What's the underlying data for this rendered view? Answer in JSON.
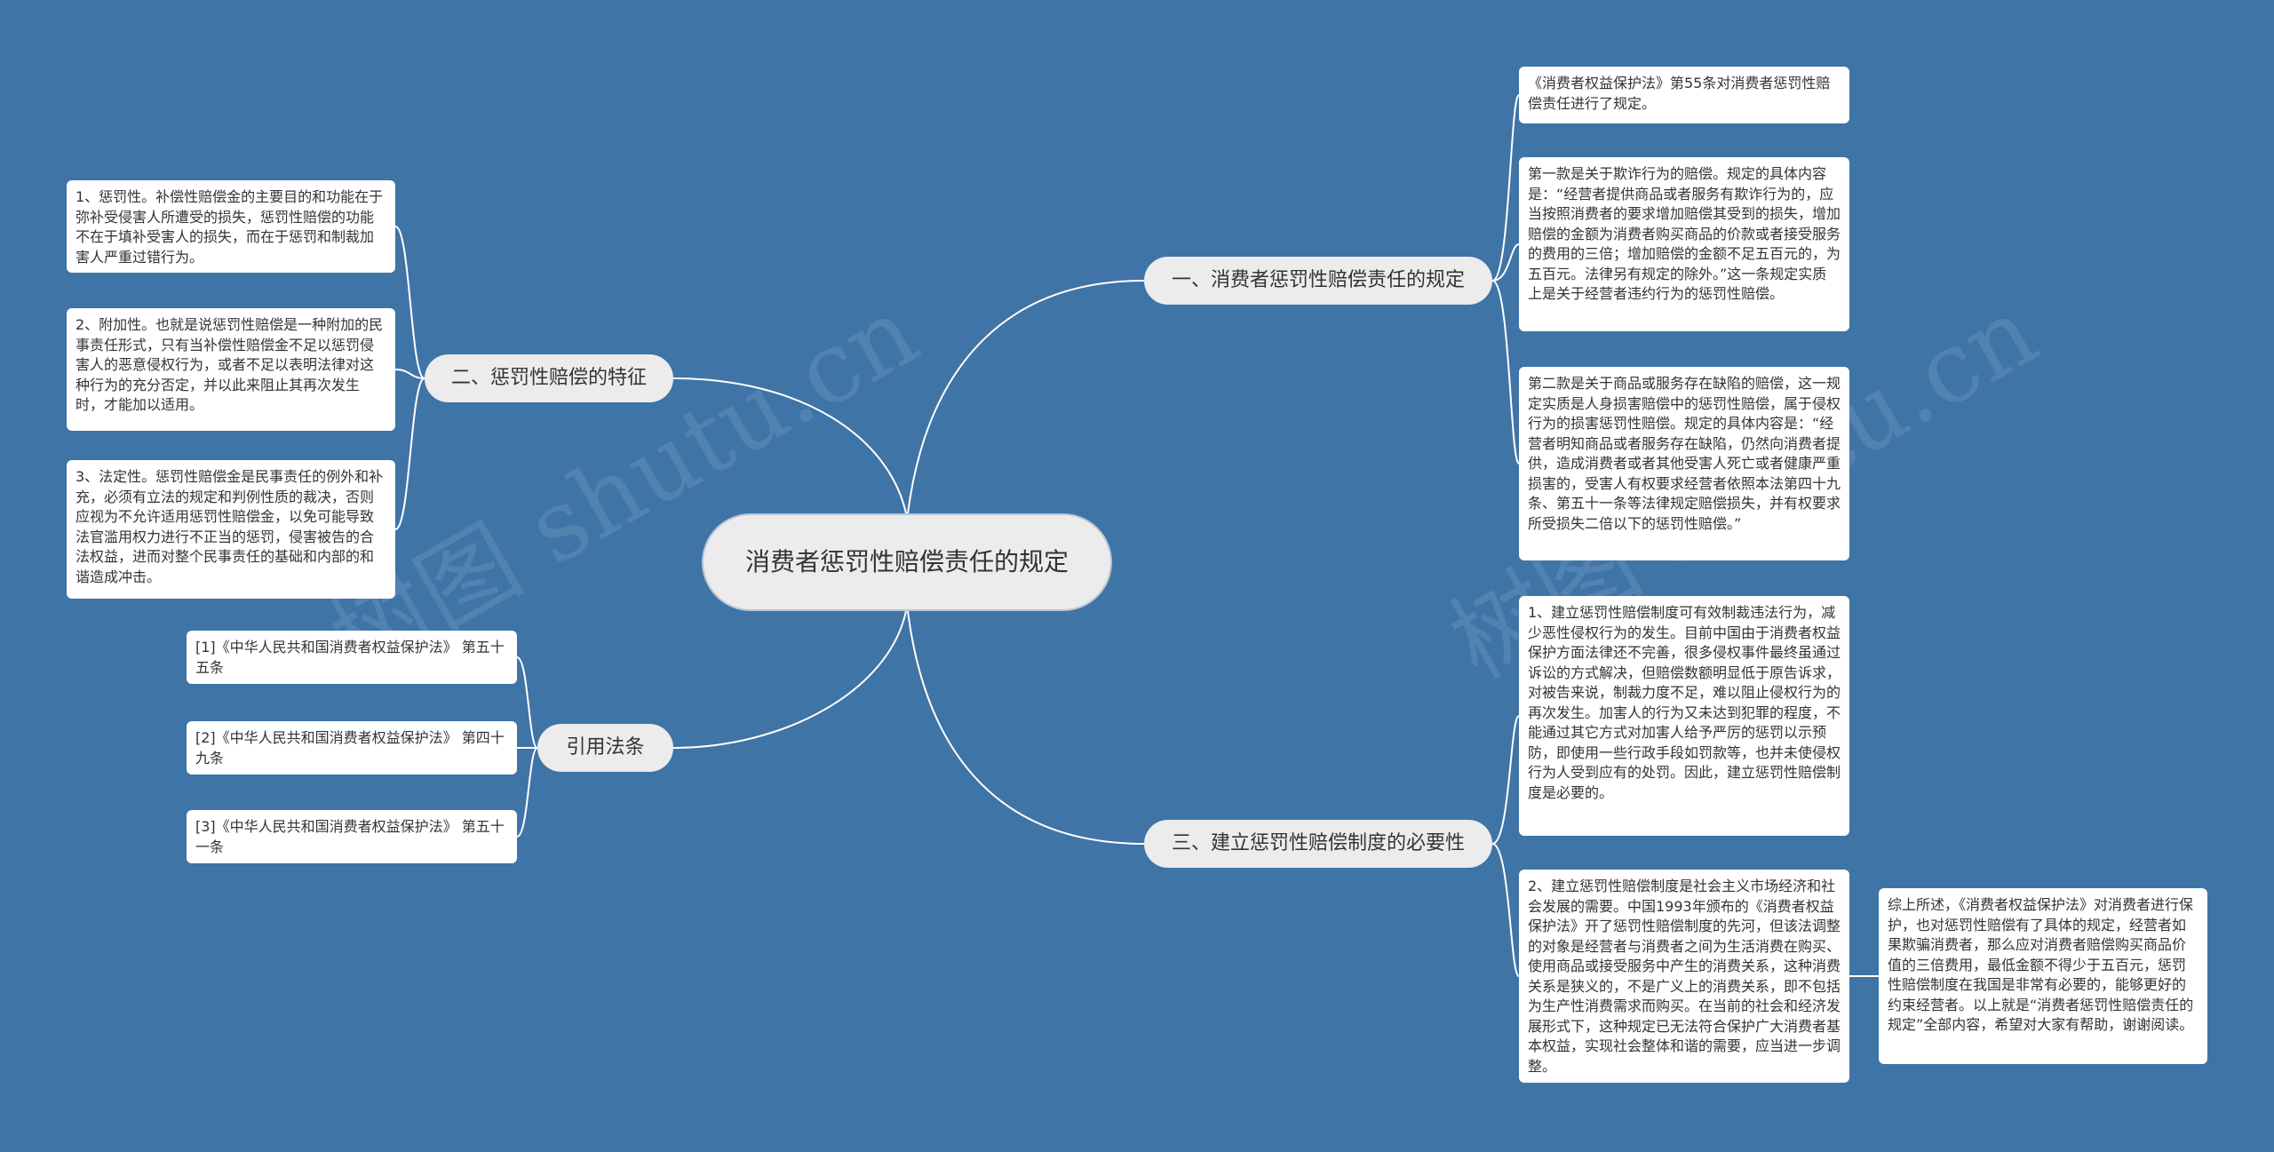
{
  "root": {
    "title": "消费者惩罚性赔偿责任的规定"
  },
  "watermark": {
    "text": "树图 shutu.cn"
  },
  "branches": {
    "b1": "一、消费者惩罚性赔偿责任的规定",
    "b2": "二、惩罚性赔偿的特征",
    "b3": "三、建立惩罚性赔偿制度的必要性",
    "b4": "引用法条"
  },
  "leaves": {
    "r1": "《消费者权益保护法》第55条对消费者惩罚性赔偿责任进行了规定。",
    "r2": "第一款是关于欺诈行为的赔偿。规定的具体内容是：“经营者提供商品或者服务有欺诈行为的，应当按照消费者的要求增加赔偿其受到的损失，增加赔偿的金额为消费者购买商品的价款或者接受服务的费用的三倍；增加赔偿的金额不足五百元的，为五百元。法律另有规定的除外。”这一条规定实质上是关于经营者违约行为的惩罚性赔偿。",
    "r3": "第二款是关于商品或服务存在缺陷的赔偿，这一规定实质是人身损害赔偿中的惩罚性赔偿，属于侵权行为的损害惩罚性赔偿。规定的具体内容是：“经营者明知商品或者服务存在缺陷，仍然向消费者提供，造成消费者或者其他受害人死亡或者健康严重损害的，受害人有权要求经营者依照本法第四十九条、第五十一条等法律规定赔偿损失，并有权要求所受损失二倍以下的惩罚性赔偿。”",
    "r4": "1、建立惩罚性赔偿制度可有效制裁违法行为，减少恶性侵权行为的发生。目前中国由于消费者权益保护方面法律还不完善，很多侵权事件最终虽通过诉讼的方式解决，但赔偿数额明显低于原告诉求，对被告来说，制裁力度不足，难以阻止侵权行为的再次发生。加害人的行为又未达到犯罪的程度，不能通过其它方式对加害人给予严厉的惩罚以示预防，即使用一些行政手段如罚款等，也并未使侵权行为人受到应有的处罚。因此，建立惩罚性赔偿制度是必要的。",
    "r5": "2、建立惩罚性赔偿制度是社会主义市场经济和社会发展的需要。中国1993年颁布的《消费者权益保护法》开了惩罚性赔偿制度的先河，但该法调整的对象是经营者与消费者之间为生活消费在购买、使用商品或接受服务中产生的消费关系，这种消费关系是狭义的，不是广义上的消费关系，即不包括为生产性消费需求而购买。在当前的社会和经济发展形式下，这种规定已无法符合保护广大消费者基本权益，实现社会整体和谐的需要，应当进一步调整。",
    "r6": "综上所述，《消费者权益保护法》对消费者进行保护，也对惩罚性赔偿有了具体的规定，经营者如果欺骗消费者，那么应对消费者赔偿购买商品价值的三倍费用，最低金额不得少于五百元，惩罚性赔偿制度在我国是非常有必要的，能够更好的约束经营者。以上就是“消费者惩罚性赔偿责任的规定”全部内容，希望对大家有帮助，谢谢阅读。",
    "l1": "1、惩罚性。补偿性赔偿金的主要目的和功能在于弥补受侵害人所遭受的损失，惩罚性赔偿的功能不在于填补受害人的损失，而在于惩罚和制裁加害人严重过错行为。",
    "l2": "2、附加性。也就是说惩罚性赔偿是一种附加的民事责任形式，只有当补偿性赔偿金不足以惩罚侵害人的恶意侵权行为，或者不足以表明法律对这种行为的充分否定，并以此来阻止其再次发生时，才能加以适用。",
    "l3": "3、法定性。惩罚性赔偿金是民事责任的例外和补充，必须有立法的规定和判例性质的裁决，否则应视为不允许适用惩罚性赔偿金，以免可能导致法官滥用权力进行不正当的惩罚，侵害被告的合法权益，进而对整个民事责任的基础和内部的和谐造成冲击。",
    "c1": "[1]《中华人民共和国消费者权益保护法》 第五十五条",
    "c2": "[2]《中华人民共和国消费者权益保护法》 第四十九条",
    "c3": "[3]《中华人民共和国消费者权益保护法》 第五十一条"
  },
  "colors": {
    "background": "#3f74a6",
    "line": "#ffffff",
    "node": "#ececec",
    "leaf": "#ffffff"
  }
}
